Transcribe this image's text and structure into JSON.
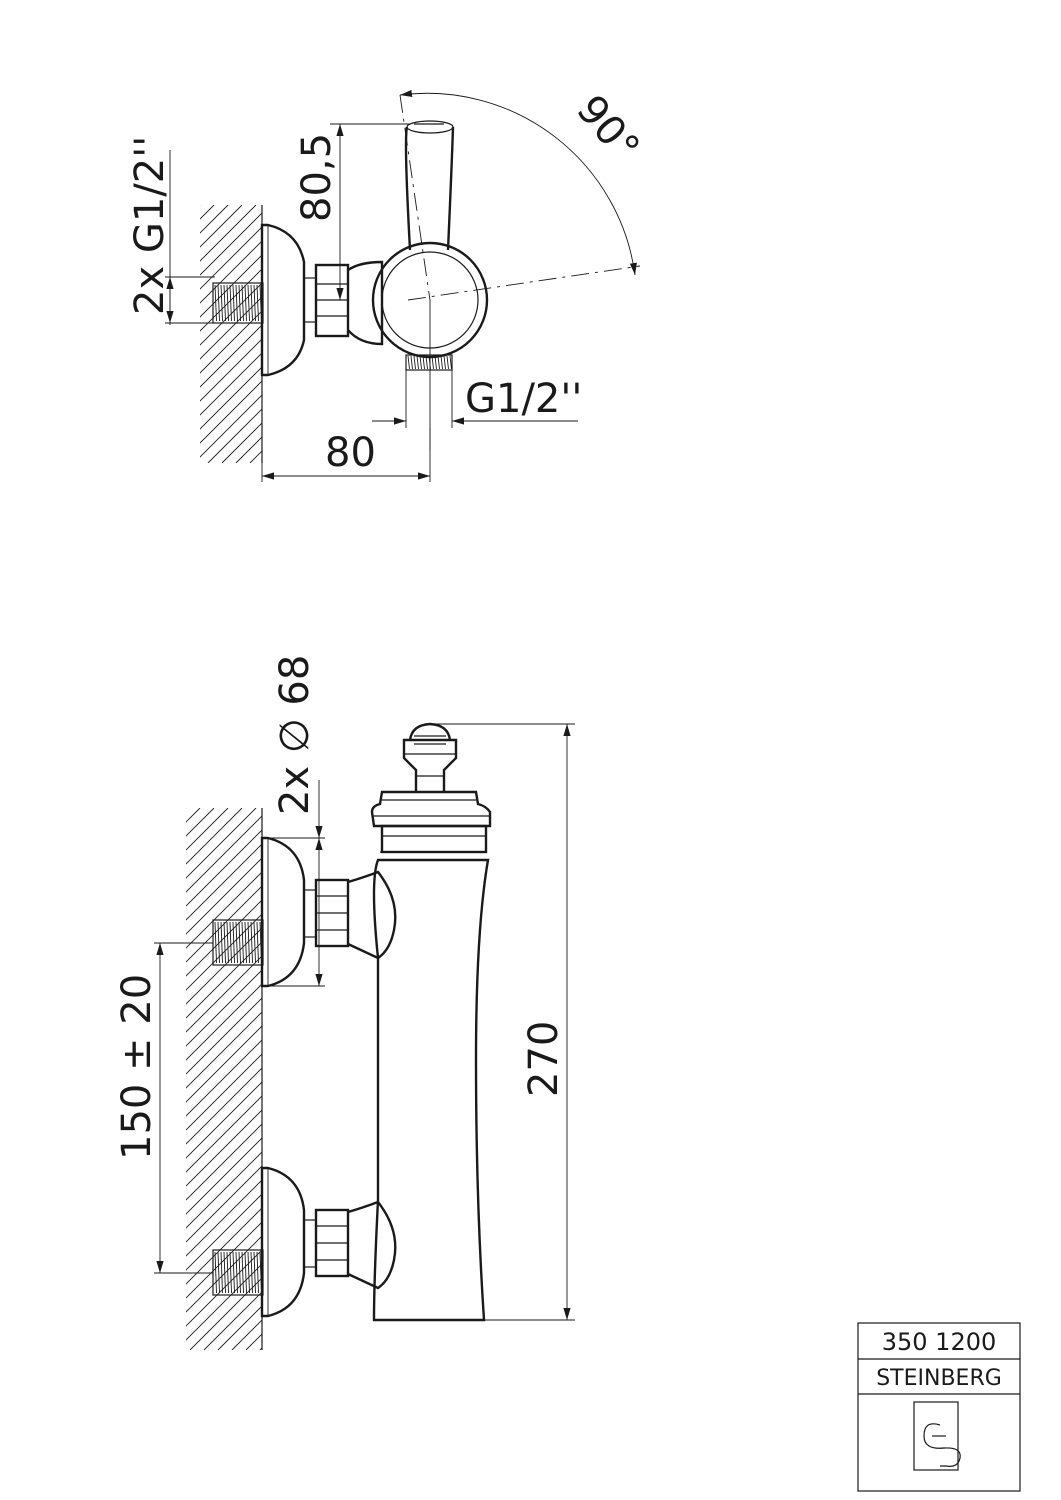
{
  "top_view": {
    "dims": {
      "thread_inlets": "2x G1/2''",
      "height": "80,5",
      "angle": "90°",
      "outlet_thread": "G1/2''",
      "depth": "80"
    }
  },
  "side_view": {
    "dims": {
      "diameter": "2x ∅ 68",
      "spacing": "150 ± 20",
      "length": "270"
    }
  },
  "title_block": {
    "article_number": "350 1200",
    "brand": "STEINBERG"
  }
}
